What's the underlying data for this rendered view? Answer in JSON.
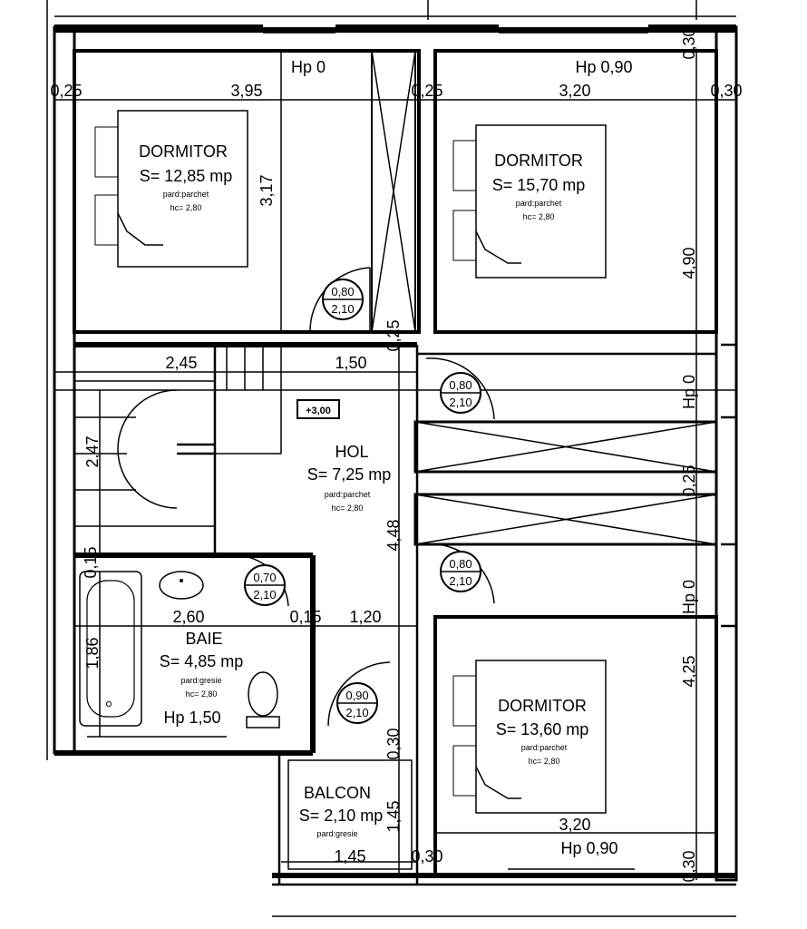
{
  "rooms": {
    "dorm1": {
      "name": "DORMITOR",
      "area": "S= 12,85 mp",
      "floor": "pard:parchet",
      "height": "hc= 2,80"
    },
    "dorm2": {
      "name": "DORMITOR",
      "area": "S= 15,70 mp",
      "floor": "pard:parchet",
      "height": "hc= 2,80"
    },
    "dorm3": {
      "name": "DORMITOR",
      "area": "S= 13,60 mp",
      "floor": "pard:parchet",
      "height": "hc= 2,80"
    },
    "hol": {
      "name": "HOL",
      "area": "S= 7,25 mp",
      "floor": "pard:parchet",
      "height": "hc= 2,80"
    },
    "baie": {
      "name": "BAIE",
      "area": "S= 4,85 mp",
      "floor": "pard:gresie",
      "height": "hc= 2,80"
    },
    "balcon": {
      "name": "BALCON",
      "area": "S= 2,10 mp",
      "floor": "pard:gresie"
    }
  },
  "level_tag": "+3,00",
  "doors": {
    "d1": {
      "w": "0,80",
      "h": "2,10"
    },
    "d2": {
      "w": "0,80",
      "h": "2,10"
    },
    "d3": {
      "w": "0,80",
      "h": "2,10"
    },
    "d4": {
      "w": "0,70",
      "h": "2,10"
    },
    "d5": {
      "w": "0,90",
      "h": "2,10"
    }
  },
  "dims": {
    "d395": "3,95",
    "d320top": "3,20",
    "d317": "3,17",
    "d490": "4,90",
    "d025a": "0,25",
    "d025b": "0,25",
    "d025c": "0,25",
    "d025d": "0,25",
    "d030a": "0,30",
    "d030b": "0,30",
    "d030c": "0,30",
    "d030d": "0,30",
    "d245": "2,45",
    "d150": "1,50",
    "d247": "2,47",
    "d448": "4,48",
    "d015a": "0,15",
    "d015b": "0,15",
    "d260": "2,60",
    "d120": "1,20",
    "d186": "1,86",
    "d425": "4,25",
    "d320bot": "3,20",
    "d145a": "1,45",
    "d145b": "1,45",
    "d030e": "0,30"
  },
  "windows": {
    "hp0a": "Hp 0",
    "hp090a": "Hp 0,90",
    "hp0b": "Hp 0",
    "hp0c": "Hp 0",
    "hp150": "Hp 1,50",
    "hp090b": "Hp 0,90"
  }
}
